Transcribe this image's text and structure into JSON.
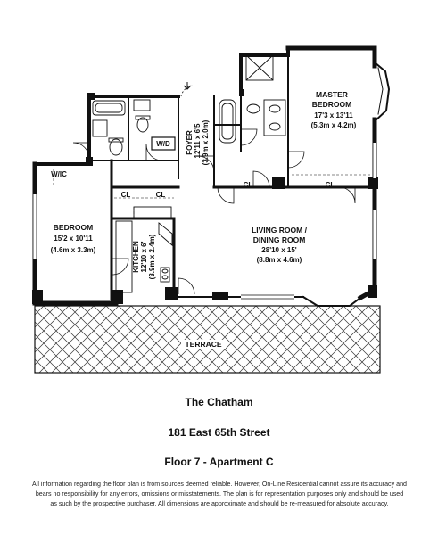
{
  "rooms": {
    "master_bedroom": {
      "name_line1": "MASTER",
      "name_line2": "BEDROOM",
      "imperial": "17'3 x 13'11",
      "metric": "(5.3m x 4.2m)"
    },
    "foyer": {
      "name": "FOYER",
      "imperial": "12'11 x 6'5",
      "metric": "(3.9m x 2.0m)"
    },
    "bedroom": {
      "name": "BEDROOM",
      "imperial": "15'2 x 10'11",
      "metric": "(4.6m x 3.3m)"
    },
    "kitchen": {
      "name": "KITCHEN",
      "imperial": "12'10 x 6'",
      "metric": "(3.9m x 2.4m)"
    },
    "living": {
      "name_line1": "LIVING ROOM /",
      "name_line2": "DINING ROOM",
      "imperial": "28'10 x 15'",
      "metric": "(8.8m x 4.6m)"
    },
    "terrace": {
      "name": "TERRACE"
    }
  },
  "labels": {
    "wd": "W/D",
    "wic": "W/IC",
    "cl": "CL"
  },
  "building": {
    "name": "The Chatham",
    "address": "181 East 65th Street",
    "unit": "Floor 7 - Apartment C"
  },
  "disclaimer": {
    "line1": "All information regarding the floor plan is from sources deemed reliable.  However, On-Line Residential cannot assure its accuracy and",
    "line2": "bears no responsibility for any errors, omissions or misstatements.  The plan is for representation purposes only and should be used",
    "line3": "as such by the prospective purchaser.  All dimensions are approximate and should be re-measured for absolute accuracy."
  }
}
